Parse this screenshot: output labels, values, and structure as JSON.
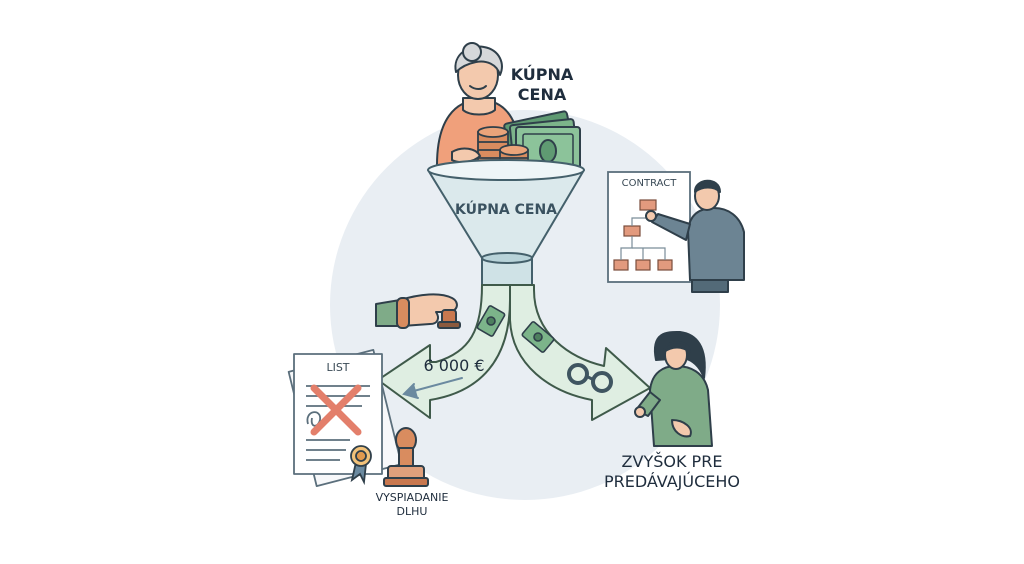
{
  "labels": {
    "buyer_title_line1": "KÚPNA",
    "buyer_title_line2": "CENA",
    "funnel_label": "KÚPNA CENA",
    "contract_title": "CONTRACT",
    "amount": "6 000 €",
    "document_title": "LIST",
    "debt_line1": "VYSPIADANIE",
    "debt_line2": "DLHU",
    "seller_line1": "ZVYŠOK PRE",
    "seller_line2": "PREDÁVAJÚCEHO"
  },
  "colors": {
    "background_circle": "#e9eef3",
    "funnel": "#dbe9ec",
    "funnel_stroke": "#44606b",
    "arrow_green": "#dfeee2",
    "money_green": "#6aa27c",
    "coin": "#d98c5f",
    "cross": "#e37f6b",
    "skin": "#f3c9ad",
    "buyer_shirt": "#f0a07b",
    "seller_shirt": "#7fab88",
    "presenter_shirt": "#6c8493",
    "org_box": "#e29a7e",
    "outline": "#2f3f4a"
  },
  "icons": [
    "funnel-icon",
    "coin-stack-icon",
    "banknote-icon",
    "handcuffs-icon",
    "stamp-icon",
    "seal-icon",
    "contract-board-icon"
  ]
}
